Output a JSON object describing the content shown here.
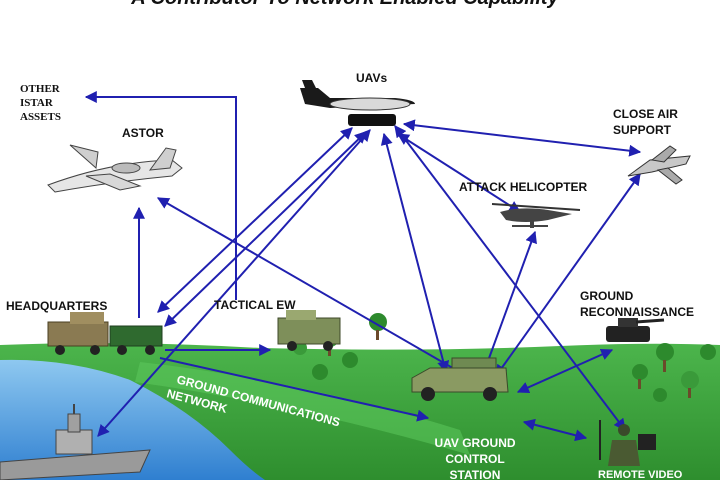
{
  "title": "A Contributor To Network Enabled Capability",
  "labels": {
    "uavs": "UAVs",
    "other_istar_1": "OTHER",
    "other_istar_2": "ISTAR",
    "other_istar_3": "ASSETS",
    "astor": "ASTOR",
    "close_air_1": "CLOSE AIR",
    "close_air_2": "SUPPORT",
    "attack_helicopter": "ATTACK HELICOPTER",
    "headquarters": "HEADQUARTERS",
    "tactical_ew": "TACTICAL EW",
    "ground_recon_1": "GROUND",
    "ground_recon_2": "RECONNAISSANCE",
    "gcn_1": "GROUND COMMUNICATIONS",
    "gcn_2": "NETWORK",
    "uav_gcs_1": "UAV GROUND",
    "uav_gcs_2": "CONTROL",
    "uav_gcs_3": "STATION",
    "remote_video": "REMOTE VIDEO"
  },
  "colors": {
    "arrow": "#2020b0",
    "grass": "#3aa33a",
    "sea": "#4f9fe0",
    "sky": "#ffffff"
  },
  "icons": [
    "uav-icon",
    "astor-aircraft-icon",
    "fighter-jet-icon",
    "attack-helicopter-icon",
    "headquarters-vehicles-icon",
    "tactical-ew-vehicle-icon",
    "tank-icon",
    "ground-control-vehicle-icon",
    "soldier-icon",
    "warship-icon",
    "tree-icon"
  ]
}
